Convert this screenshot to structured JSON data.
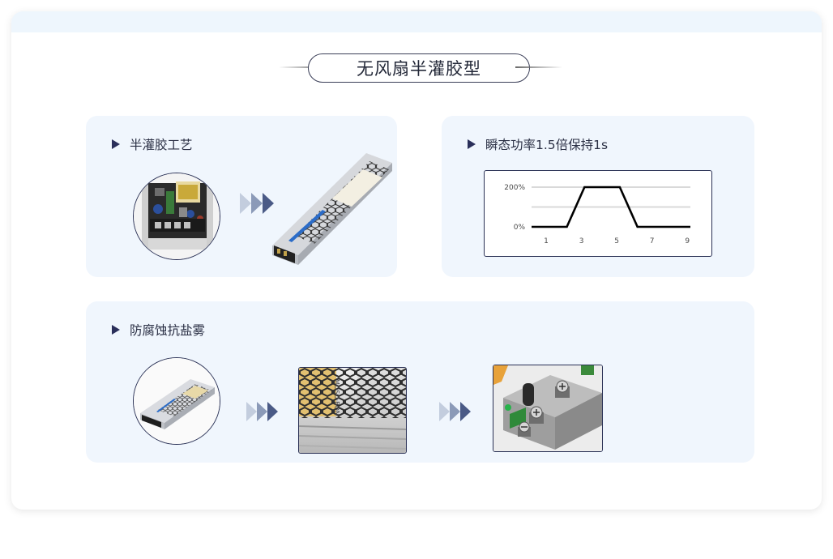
{
  "section_title": "无风扇半灌胶型",
  "panels": {
    "process": {
      "label": "半灌胶工艺"
    },
    "power": {
      "label": "瞬态功率1.5倍保持1s"
    },
    "corrosion": {
      "label": "防腐蚀抗盐雾"
    }
  },
  "product_label": "MOSO·BON",
  "colors": {
    "panel_bg": "#f0f6fd",
    "accent_navy": "#2a3155",
    "chart_line": "#000000",
    "chart_ref_line": "#d9d9d9"
  },
  "icons": {
    "bullet": "triangle-right-icon",
    "arrow": "triple-chevron-right-icon"
  },
  "chart_data": {
    "type": "line",
    "y_tick_labels": [
      "200%",
      "0%"
    ],
    "x_tick_labels": [
      "1",
      "3",
      "5",
      "7",
      "9"
    ],
    "y_ticks": [
      200,
      0
    ],
    "x_ticks": [
      1,
      3,
      5,
      7,
      9
    ],
    "xlim": [
      1,
      10
    ],
    "ylim": [
      0,
      200
    ],
    "points": [
      [
        1,
        0
      ],
      [
        3,
        0
      ],
      [
        4,
        200
      ],
      [
        6,
        200
      ],
      [
        7,
        0
      ],
      [
        10,
        0
      ]
    ],
    "reference_lines_y": [
      200,
      100
    ],
    "grid": false
  }
}
